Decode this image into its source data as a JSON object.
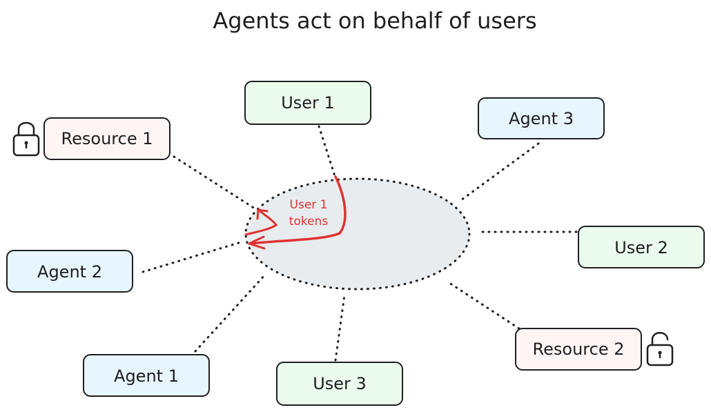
{
  "title": "Agents act on behalf of users",
  "center": {
    "annotation_line1": "User 1",
    "annotation_line2": "tokens"
  },
  "nodes": [
    {
      "id": "user-1",
      "label": "User 1",
      "kind": "user"
    },
    {
      "id": "agent-3",
      "label": "Agent 3",
      "kind": "agent"
    },
    {
      "id": "resource-1",
      "label": "Resource 1",
      "kind": "resource",
      "lock": "locked"
    },
    {
      "id": "user-2",
      "label": "User 2",
      "kind": "user"
    },
    {
      "id": "agent-2",
      "label": "Agent 2",
      "kind": "agent"
    },
    {
      "id": "resource-2",
      "label": "Resource 2",
      "kind": "resource",
      "lock": "unlocked"
    },
    {
      "id": "agent-1",
      "label": "Agent 1",
      "kind": "agent"
    },
    {
      "id": "user-3",
      "label": "User 3",
      "kind": "user"
    }
  ],
  "colors": {
    "user_fill": "#ebfbee",
    "agent_fill": "#e7f5ff",
    "resource_fill": "#fff5f5",
    "center_fill": "#e9ecef",
    "annotation": "#e03131",
    "stroke": "#1e1e1e"
  },
  "icons": {
    "locked": "padlock-closed-icon",
    "unlocked": "padlock-open-icon"
  }
}
